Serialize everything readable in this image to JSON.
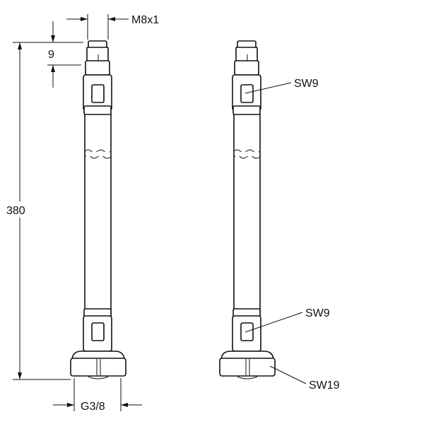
{
  "dimensions": {
    "thread_top": "M8x1",
    "thread_length": "9",
    "overall_length": "380",
    "thread_bottom": "G3/8"
  },
  "callouts": {
    "wrench_top": "SW9",
    "wrench_bottom": "SW9",
    "wrench_nut": "SW19"
  },
  "colors": {
    "line": "#111111",
    "background": "#ffffff"
  }
}
